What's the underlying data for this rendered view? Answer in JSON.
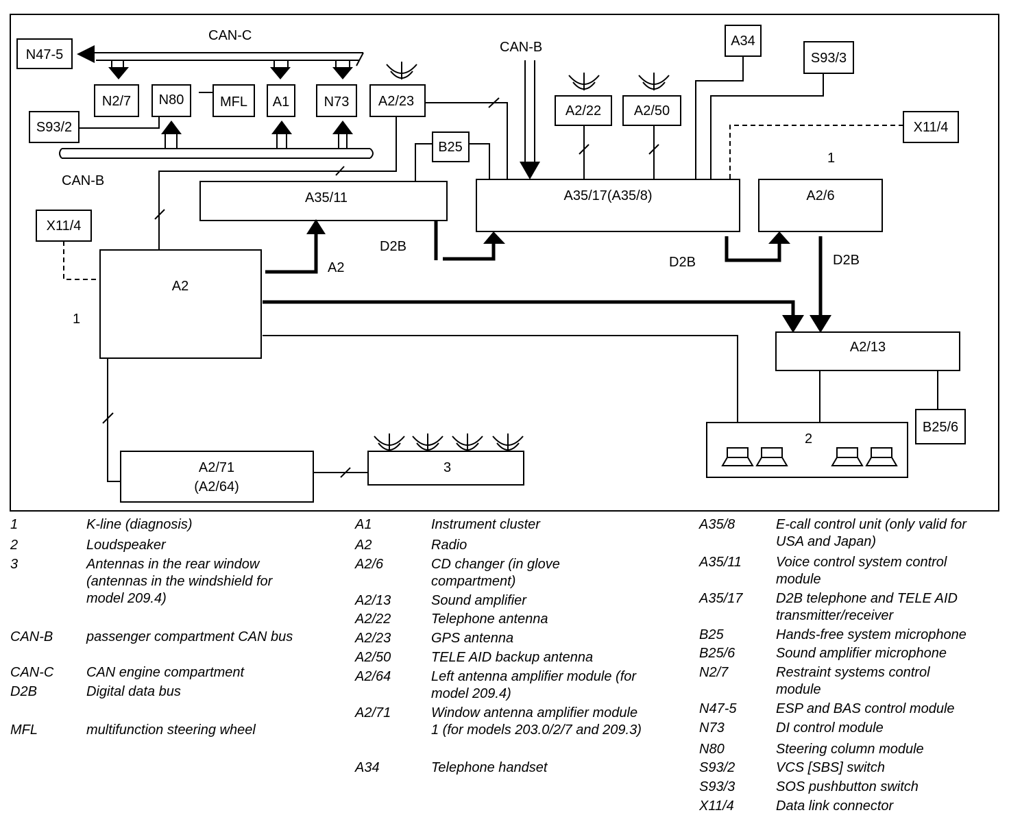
{
  "diagram": {
    "components": {
      "n47_5": "N47-5",
      "n2_7": "N2/7",
      "n80": "N80",
      "mfl": "MFL",
      "a1": "A1",
      "n73": "N73",
      "a2_23": "A2/23",
      "s93_2": "S93/2",
      "b25": "B25",
      "a35_11": "A35/11",
      "a35_17": "A35/17(A35/8)",
      "a2_22": "A2/22",
      "a2_50": "A2/50",
      "a34": "A34",
      "s93_3": "S93/3",
      "x11_4_right": "X11/4",
      "x11_4_left": "X11/4",
      "a2_6": "A2/6",
      "a2": "A2",
      "a2_13": "A2/13",
      "b25_6": "B25/6",
      "a2_71": "A2/71",
      "a2_64": "(A2/64)",
      "ant_box": "3",
      "speaker_box": "2"
    },
    "labels": {
      "can_c": "CAN-C",
      "can_b_left": "CAN-B",
      "can_b_top": "CAN-B",
      "d2b_1": "D2B",
      "d2b_2": "D2B",
      "d2b_3": "D2B",
      "a2_arrow": "A2",
      "kline_left": "1",
      "kline_right": "1"
    }
  },
  "legend": {
    "col1": [
      {
        "code": "1",
        "desc": "K-line (diagnosis)"
      },
      {
        "code": "2",
        "desc": "Loudspeaker"
      },
      {
        "code": "3",
        "desc": "Antennas in the rear window (antennas in the windshield for model 209.4)"
      },
      {
        "code": "CAN-B",
        "desc": "passenger compartment CAN bus"
      },
      {
        "code": "CAN-C",
        "desc": "CAN engine compartment"
      },
      {
        "code": "D2B",
        "desc": "Digital data bus"
      },
      {
        "code": "MFL",
        "desc": "multifunction steering wheel"
      }
    ],
    "col2": [
      {
        "code": "A1",
        "desc": "Instrument cluster"
      },
      {
        "code": "A2",
        "desc": "Radio"
      },
      {
        "code": "A2/6",
        "desc": "CD changer (in glove compartment)"
      },
      {
        "code": "A2/13",
        "desc": "Sound amplifier"
      },
      {
        "code": "A2/22",
        "desc": "Telephone antenna"
      },
      {
        "code": "A2/23",
        "desc": "GPS antenna"
      },
      {
        "code": "A2/50",
        "desc": "TELE AID backup antenna"
      },
      {
        "code": "A2/64",
        "desc": "Left antenna amplifier module (for model 209.4)"
      },
      {
        "code": "A2/71",
        "desc": "Window antenna amplifier module 1 (for models 203.0/2/7 and 209.3)"
      },
      {
        "code": "A34",
        "desc": "Telephone handset"
      }
    ],
    "col3": [
      {
        "code": "A35/8",
        "desc": "E-call control unit (only valid for USA and Japan)"
      },
      {
        "code": "A35/11",
        "desc": "Voice control system control module"
      },
      {
        "code": "A35/17",
        "desc": "D2B telephone and TELE AID transmitter/receiver"
      },
      {
        "code": "B25",
        "desc": "Hands-free system microphone"
      },
      {
        "code": "B25/6",
        "desc": "Sound amplifier microphone"
      },
      {
        "code": "N2/7",
        "desc": "Restraint systems control module"
      },
      {
        "code": "N47-5",
        "desc": "ESP and BAS control module"
      },
      {
        "code": "N73",
        "desc": "DI control module"
      },
      {
        "code": "N80",
        "desc": "Steering column module"
      },
      {
        "code": "S93/2",
        "desc": "VCS [SBS] switch"
      },
      {
        "code": "S93/3",
        "desc": "SOS pushbutton switch"
      },
      {
        "code": "X11/4",
        "desc": "Data link connector"
      }
    ]
  }
}
